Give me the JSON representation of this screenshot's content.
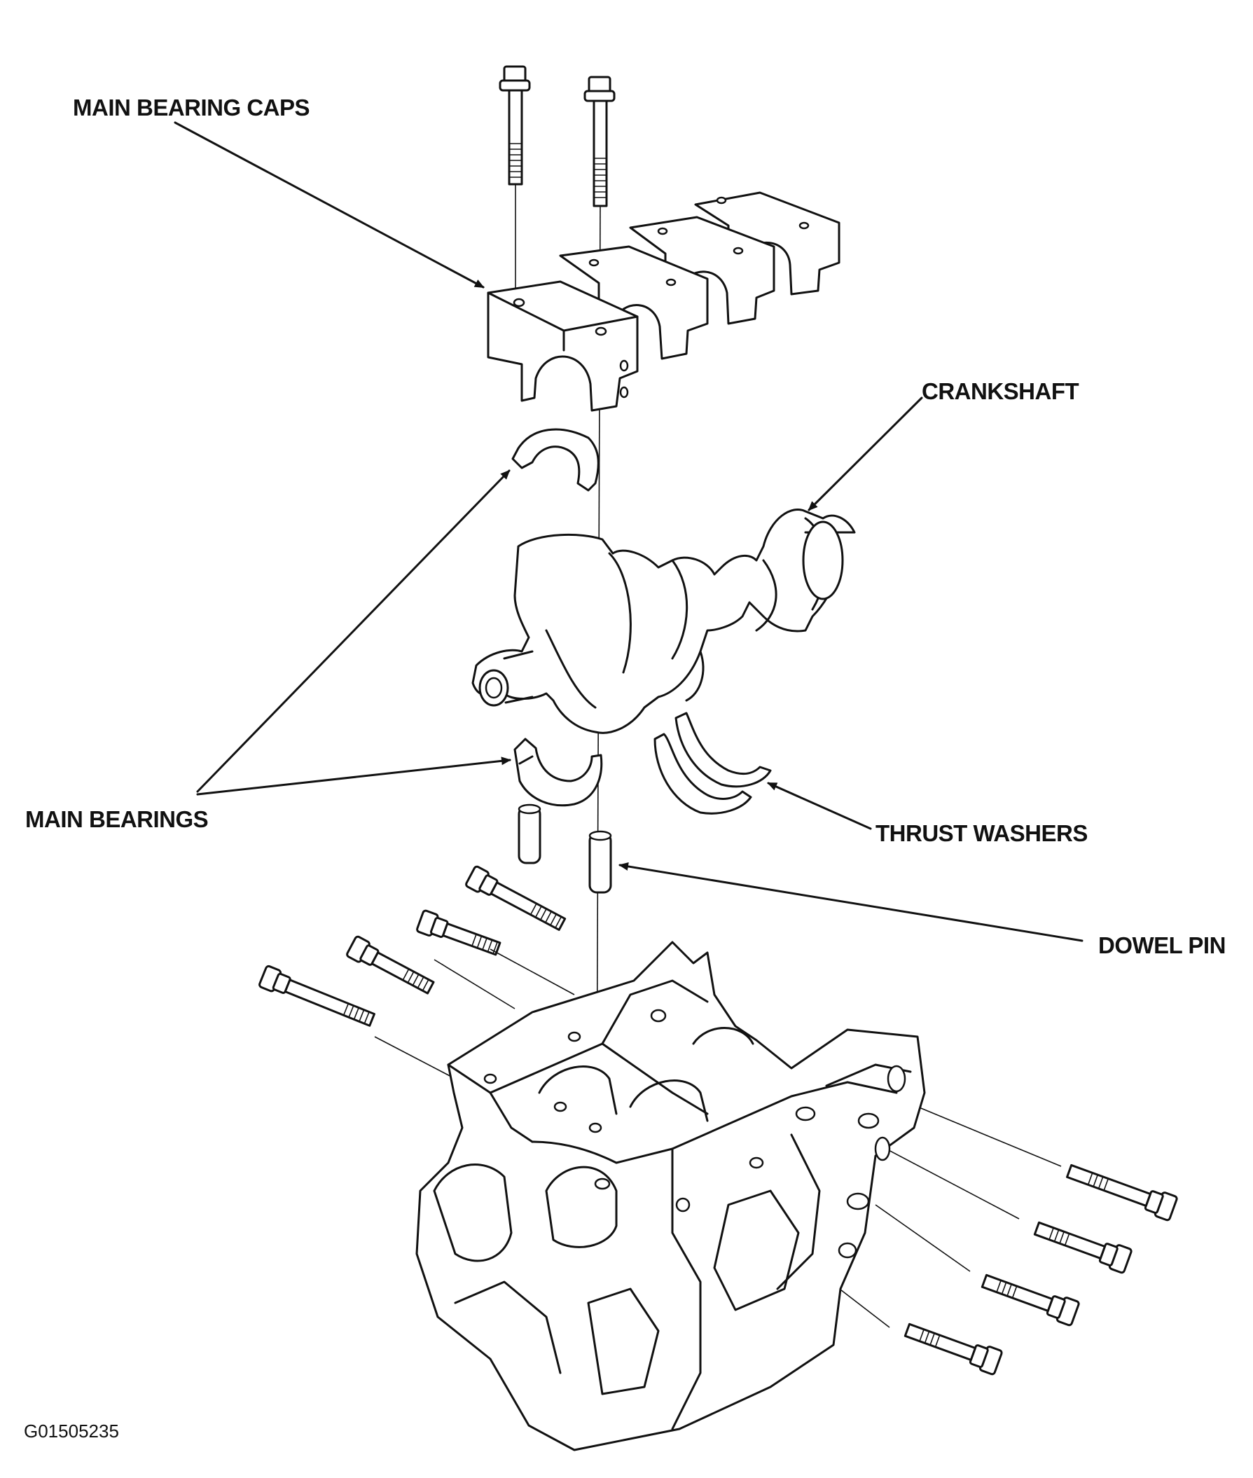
{
  "labels": {
    "main_bearing_caps": "MAIN BEARING CAPS",
    "crankshaft": "CRANKSHAFT",
    "main_bearings": "MAIN BEARINGS",
    "thrust_washers": "THRUST WASHERS",
    "dowel_pin": "DOWEL PIN"
  },
  "figure_code": "G01505235",
  "colors": {
    "line": "#111111",
    "background": "#ffffff"
  }
}
